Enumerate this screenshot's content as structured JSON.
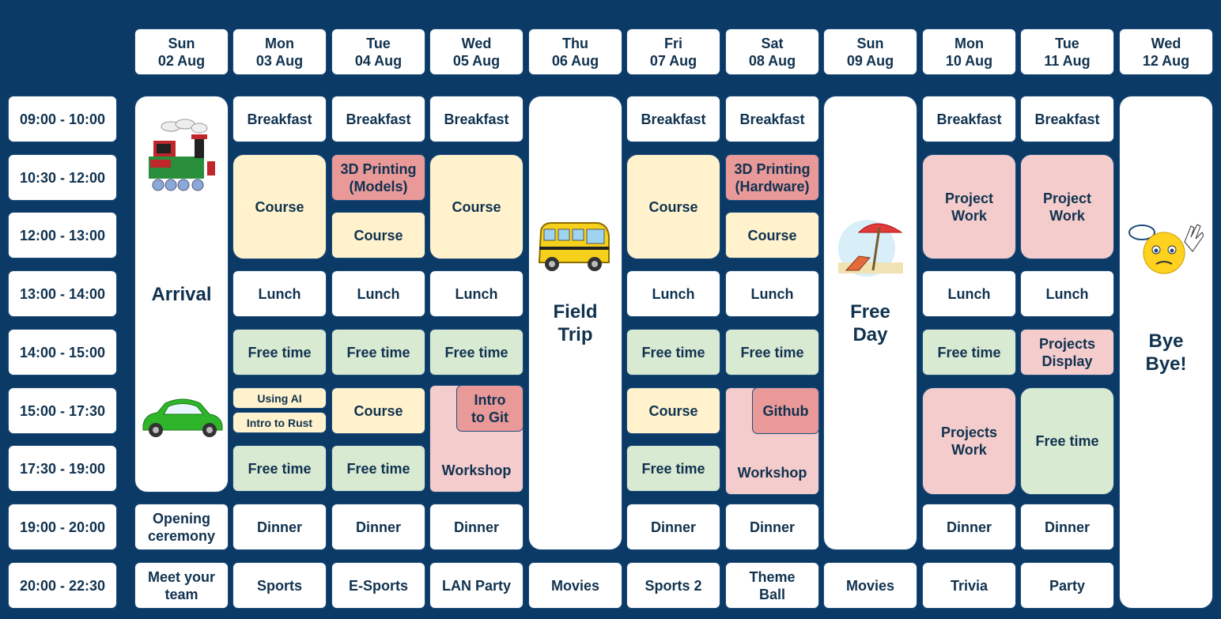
{
  "days": [
    {
      "label": "Sun\n02 Aug"
    },
    {
      "label": "Mon\n03 Aug"
    },
    {
      "label": "Tue\n04 Aug"
    },
    {
      "label": "Wed\n05 Aug"
    },
    {
      "label": "Thu\n06 Aug"
    },
    {
      "label": "Fri\n07 Aug"
    },
    {
      "label": "Sat\n08 Aug"
    },
    {
      "label": "Sun\n09 Aug"
    },
    {
      "label": "Mon\n10 Aug"
    },
    {
      "label": "Tue\n11 Aug"
    },
    {
      "label": "Wed\n12 Aug"
    }
  ],
  "times": [
    {
      "label": "09:00 - 10:00"
    },
    {
      "label": "10:30 - 12:00"
    },
    {
      "label": "12:00 - 13:00"
    },
    {
      "label": "13:00 - 14:00"
    },
    {
      "label": "14:00 - 15:00"
    },
    {
      "label": "15:00 - 17:30"
    },
    {
      "label": "17:30 - 19:00"
    },
    {
      "label": "19:00 - 20:00"
    },
    {
      "label": "20:00 - 22:30"
    }
  ],
  "events": {
    "arrival": "Arrival",
    "field_trip": "Field\nTrip",
    "free_day": "Free\nDay",
    "bye_bye": "Bye\nBye!",
    "opening_ceremony": "Opening\nceremony",
    "meet_your_team": "Meet your\nteam",
    "breakfast": "Breakfast",
    "lunch": "Lunch",
    "dinner": "Dinner",
    "course": "Course",
    "free_time": "Free time",
    "printing_models": "3D Printing\n(Models)",
    "printing_hardware": "3D Printing\n(Hardware)",
    "using_ai": "Using AI",
    "intro_rust": "Intro to Rust",
    "intro_git": "Intro\nto Git",
    "github": "Github",
    "workshop": "Workshop",
    "project_work": "Project\nWork",
    "projects_display": "Projects\nDisplay",
    "projects_work": "Projects\nWork",
    "sports": "Sports",
    "esports": "E-Sports",
    "lan_party": "LAN Party",
    "movies": "Movies",
    "sports2": "Sports 2",
    "theme_ball": "Theme\nBall",
    "trivia": "Trivia",
    "party": "Party"
  },
  "icons": {
    "train": "train-icon",
    "car": "car-icon",
    "bus": "school-bus-icon",
    "beach": "beach-umbrella-icon",
    "goodbye": "goodbye-emoji-icon"
  },
  "colors": {
    "background": "#0b3a66",
    "course": "#fff2cc",
    "free_time": "#d9ead3",
    "printing": "#ea9999",
    "project": "#f4cccc",
    "white": "#ffffff"
  }
}
